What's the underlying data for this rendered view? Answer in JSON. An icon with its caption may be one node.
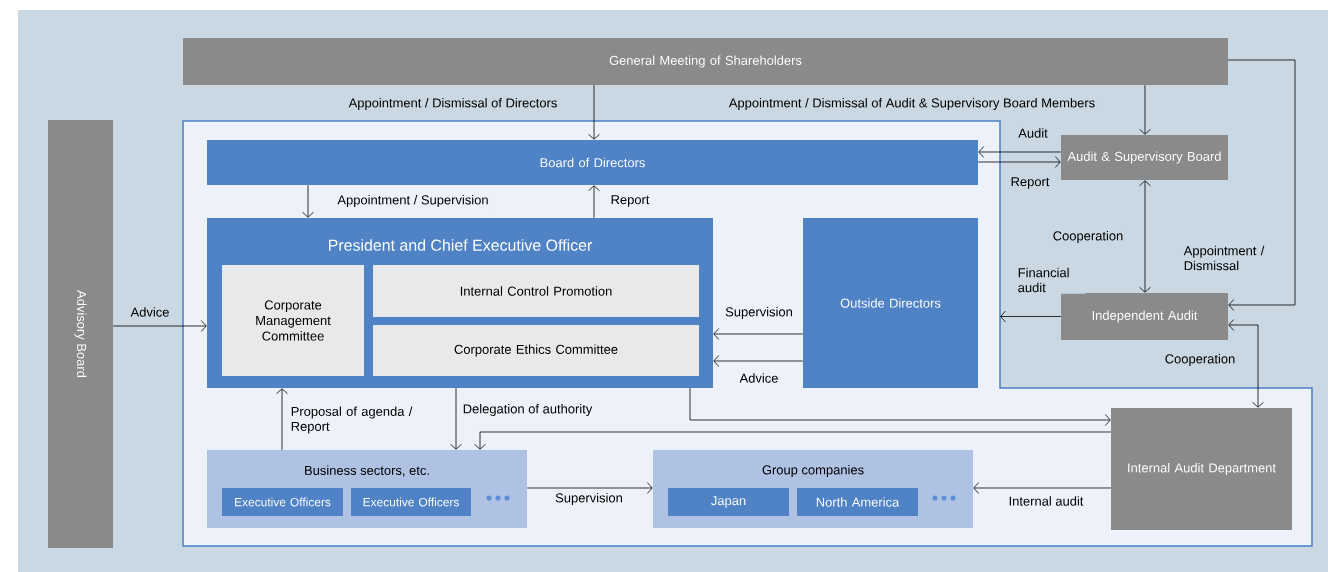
{
  "diagram": {
    "nodes": [
      {
        "text": [
          "Advisory Board"
        ]
      },
      {
        "text": [
          "General Meeting of Shareholders"
        ]
      },
      {
        "text": [
          "Board of Directors"
        ]
      },
      {
        "text": [
          "President and Chief Executive Officer"
        ]
      },
      {
        "text": [
          "Corporate Management Committee"
        ],
        "in": 3
      },
      {
        "text": [
          "Internal Control Promotion"
        ],
        "in": 3
      },
      {
        "text": [
          "Corporate Ethics Committee"
        ],
        "in": 3
      },
      {
        "text": [
          "Outside Directors"
        ]
      },
      {
        "text": [
          "Audit & Supervisory Board"
        ]
      },
      {
        "text": [
          "Independent Audit"
        ]
      },
      {
        "text": [
          "Business sectors, etc."
        ]
      },
      {
        "text": [
          "Executive Officers"
        ],
        "in": 10
      },
      {
        "text": [
          "Executive Officers"
        ],
        "in": 10
      },
      {
        "text": [
          "Group companies"
        ]
      },
      {
        "text": [
          "Japan"
        ],
        "in": 13
      },
      {
        "text": [
          "North America"
        ],
        "in": 13
      },
      {
        "text": [
          "Internal Audit Department"
        ]
      }
    ],
    "edges": [
      {
        "from": 0,
        "to": 3,
        "arrow": "to",
        "label": "Advice"
      },
      {
        "from": 1,
        "to": 2,
        "arrow": "to",
        "label": "Appointment / Dismissal of Directors"
      },
      {
        "from": 1,
        "to": 8,
        "arrow": "to",
        "label": "Appointment / Dismissal of Audit & Supervisory Board Members"
      },
      {
        "from": 1,
        "to": 9,
        "arrow": "to",
        "label": "Appointment / Dismissal"
      },
      {
        "from": 8,
        "to": 2,
        "arrow": "to",
        "label": "Audit"
      },
      {
        "from": 2,
        "to": 8,
        "arrow": "to",
        "label": "Report"
      },
      {
        "from": 2,
        "to": 3,
        "arrow": "to",
        "label": "Appointment / Supervision"
      },
      {
        "from": 3,
        "to": 2,
        "arrow": "to",
        "label": "Report"
      },
      {
        "from": 7,
        "to": 3,
        "arrow": "to",
        "label": "Supervision"
      },
      {
        "from": 7,
        "to": 3,
        "arrow": "to",
        "label": "Advice"
      },
      {
        "from": 8,
        "to": 9,
        "arrow": "both",
        "label": "Cooperation"
      },
      {
        "from": 9,
        "to": null,
        "arrow": "to",
        "label": "Financial audit"
      },
      {
        "from": 9,
        "to": 16,
        "arrow": "both",
        "label": "Cooperation"
      },
      {
        "from": 3,
        "to": 16,
        "arrow": "to"
      },
      {
        "from": 16,
        "to": 10,
        "arrow": "to"
      },
      {
        "from": 10,
        "to": 3,
        "arrow": "to",
        "label": "Proposal of agenda / Report"
      },
      {
        "from": 3,
        "to": 10,
        "arrow": "to",
        "label": "Delegation of authority"
      },
      {
        "from": 10,
        "to": 13,
        "arrow": "to",
        "label": "Supervision"
      },
      {
        "from": 16,
        "to": 13,
        "arrow": "to",
        "label": "Internal audit"
      }
    ]
  }
}
